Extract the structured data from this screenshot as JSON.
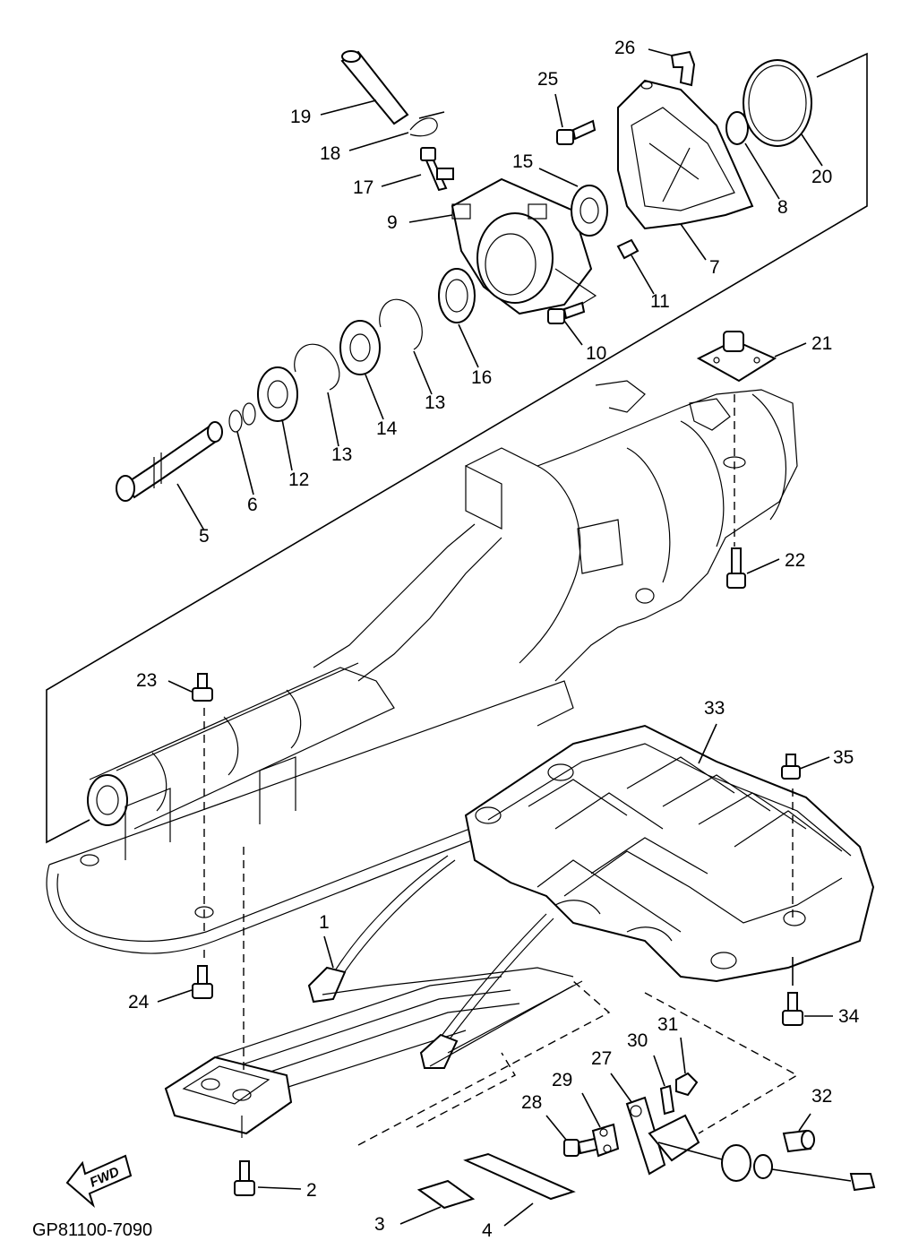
{
  "diagram": {
    "code": "GP81100-7090",
    "fwd_label": "FWD",
    "callouts": [
      "1",
      "2",
      "3",
      "4",
      "5",
      "6",
      "7",
      "8",
      "9",
      "10",
      "11",
      "12",
      "13",
      "13",
      "14",
      "15",
      "16",
      "17",
      "18",
      "19",
      "20",
      "21",
      "22",
      "23",
      "24",
      "25",
      "26",
      "27",
      "28",
      "29",
      "30",
      "31",
      "32",
      "33",
      "34",
      "35"
    ]
  }
}
